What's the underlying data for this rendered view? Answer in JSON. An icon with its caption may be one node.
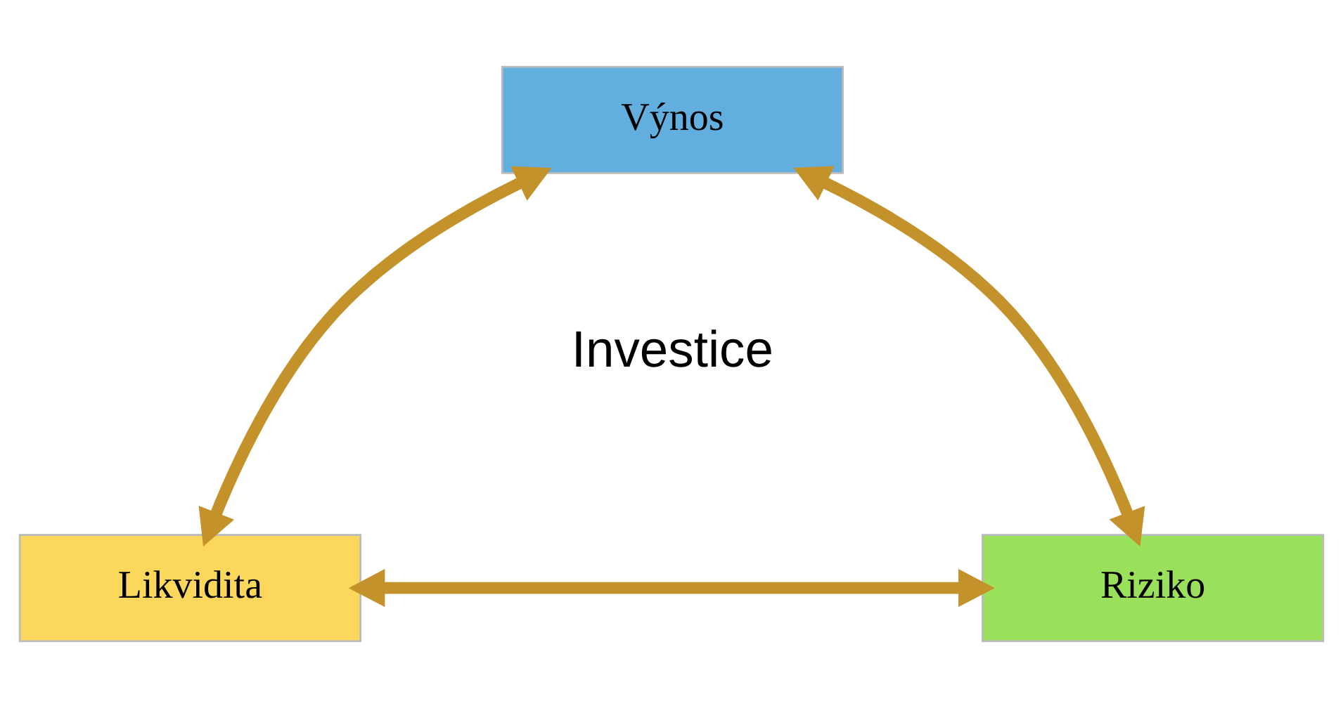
{
  "diagram": {
    "nodes": [
      {
        "text": [
          "Výnos"
        ]
      },
      {
        "text": [
          "Likvidita"
        ]
      },
      {
        "text": [
          "Riziko"
        ]
      }
    ],
    "edges": [
      {
        "from": 0,
        "to": 1,
        "arrow": "both"
      },
      {
        "from": 0,
        "to": 2,
        "arrow": "both"
      },
      {
        "from": 1,
        "to": 2,
        "arrow": "both"
      }
    ],
    "labels": [
      "Investice"
    ]
  }
}
